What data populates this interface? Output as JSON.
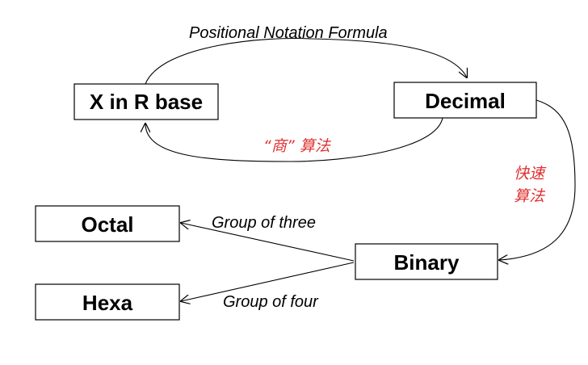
{
  "nodes": {
    "x_in_r_base": "X in R base",
    "decimal": "Decimal",
    "binary": "Binary",
    "octal": "Octal",
    "hexa": "Hexa"
  },
  "edges": {
    "positional_notation": "Positional Notation Formula",
    "quotient_algorithm": "“商” 算法",
    "fast_algorithm_line1": "快速",
    "fast_algorithm_line2": "算法",
    "group_of_three": "Group of three",
    "group_of_four": "Group of four"
  },
  "colors": {
    "line": "#000000",
    "chinese_label": "#e03030"
  }
}
